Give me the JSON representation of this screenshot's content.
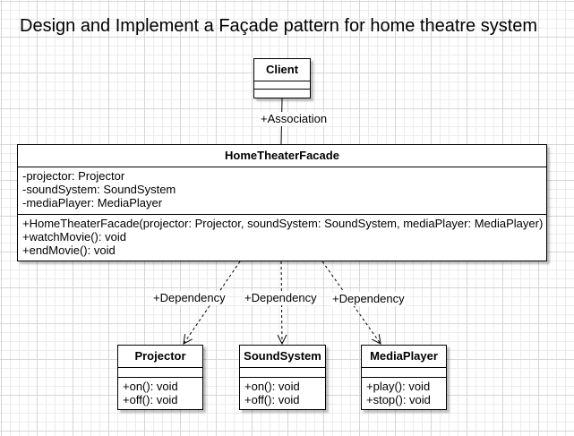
{
  "title": "Design and Implement a Façade pattern for home theatre system",
  "classes": {
    "client": {
      "name": "Client",
      "attributes": [],
      "methods": []
    },
    "facade": {
      "name": "HomeTheaterFacade",
      "attributes": [
        "-projector: Projector",
        "-soundSystem: SoundSystem",
        "-mediaPlayer: MediaPlayer"
      ],
      "methods": [
        "+HomeTheaterFacade(projector: Projector, soundSystem: SoundSystem, mediaPlayer: MediaPlayer)",
        "+watchMovie(): void",
        "+endMovie(): void"
      ]
    },
    "projector": {
      "name": "Projector",
      "attributes": [],
      "methods": [
        "+on(): void",
        "+off(): void"
      ]
    },
    "soundsystem": {
      "name": "SoundSystem",
      "attributes": [],
      "methods": [
        "+on(): void",
        "+off(): void"
      ]
    },
    "mediaplayer": {
      "name": "MediaPlayer",
      "attributes": [],
      "methods": [
        "+play(): void",
        "+stop(): void"
      ]
    }
  },
  "relations": [
    {
      "id": "assoc",
      "from": "client",
      "to": "facade",
      "type": "association",
      "label": "+Association"
    },
    {
      "id": "dep-projector",
      "from": "facade",
      "to": "projector",
      "type": "dependency",
      "label": "+Dependency"
    },
    {
      "id": "dep-soundsystem",
      "from": "facade",
      "to": "soundsystem",
      "type": "dependency",
      "label": "+Dependency"
    },
    {
      "id": "dep-mediaplayer",
      "from": "facade",
      "to": "mediaplayer",
      "type": "dependency",
      "label": "+Dependency"
    }
  ]
}
